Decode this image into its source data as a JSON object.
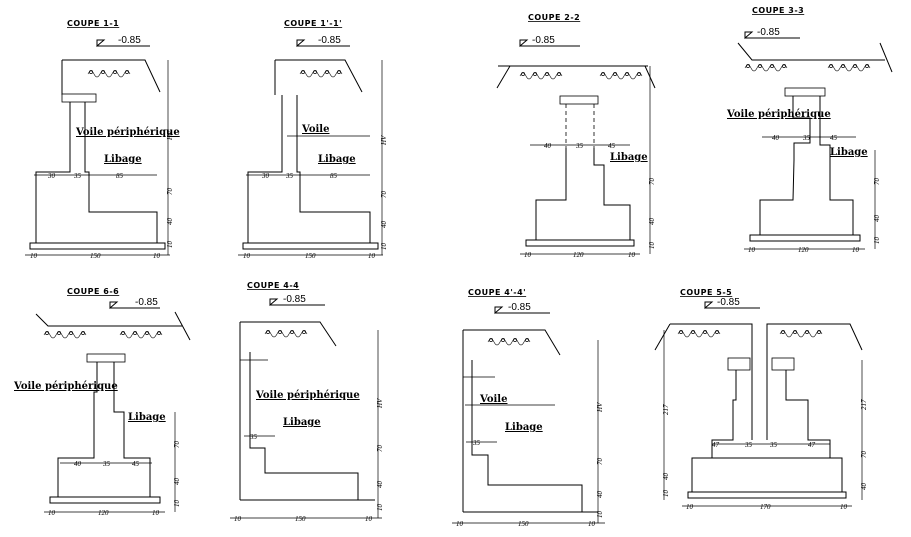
{
  "level": "-0.85",
  "labels": {
    "voile_peripherique": "Voile périphérique",
    "voile": "Voile",
    "libage": "Libage"
  },
  "sections": [
    {
      "title": "COUPE 1-1",
      "dims_h": [
        "30",
        "35",
        "85"
      ],
      "dims_base": [
        "10",
        "150",
        "10"
      ],
      "dims_v": [
        "70",
        "40",
        "10",
        "HV"
      ]
    },
    {
      "title": "COUPE 1'-1'",
      "dims_h": [
        "30",
        "35",
        "85"
      ],
      "dims_base": [
        "10",
        "150",
        "10"
      ],
      "dims_v": [
        "70",
        "40",
        "10",
        "HV"
      ]
    },
    {
      "title": "COUPE 2-2",
      "dims_h": [
        "40",
        "35",
        "45"
      ],
      "dims_base": [
        "10",
        "120",
        "10"
      ],
      "dims_v": [
        "70",
        "40",
        "10"
      ]
    },
    {
      "title": "COUPE 3-3",
      "dims_h": [
        "40",
        "35",
        "45"
      ],
      "dims_base": [
        "10",
        "120",
        "10"
      ],
      "dims_v": [
        "70",
        "40",
        "10"
      ]
    },
    {
      "title": "COUPE 6-6",
      "dims_h": [
        "40",
        "35",
        "45"
      ],
      "dims_base": [
        "10",
        "120",
        "10"
      ],
      "dims_v": [
        "70",
        "40",
        "10"
      ]
    },
    {
      "title": "COUPE 4-4",
      "dims_h": [
        "35"
      ],
      "dims_base": [
        "10",
        "150",
        "10"
      ],
      "dims_v": [
        "70",
        "40",
        "10",
        "HV"
      ]
    },
    {
      "title": "COUPE 4'-4'",
      "dims_h": [
        "35"
      ],
      "dims_base": [
        "10",
        "150",
        "10"
      ],
      "dims_v": [
        "70",
        "40",
        "10",
        "HV"
      ]
    },
    {
      "title": "COUPE 5-5",
      "dims_h": [
        "47",
        "35",
        "35",
        "47"
      ],
      "dims_base": [
        "10",
        "170",
        "10"
      ],
      "dims_v": [
        "70",
        "40",
        "10",
        "217"
      ]
    }
  ]
}
